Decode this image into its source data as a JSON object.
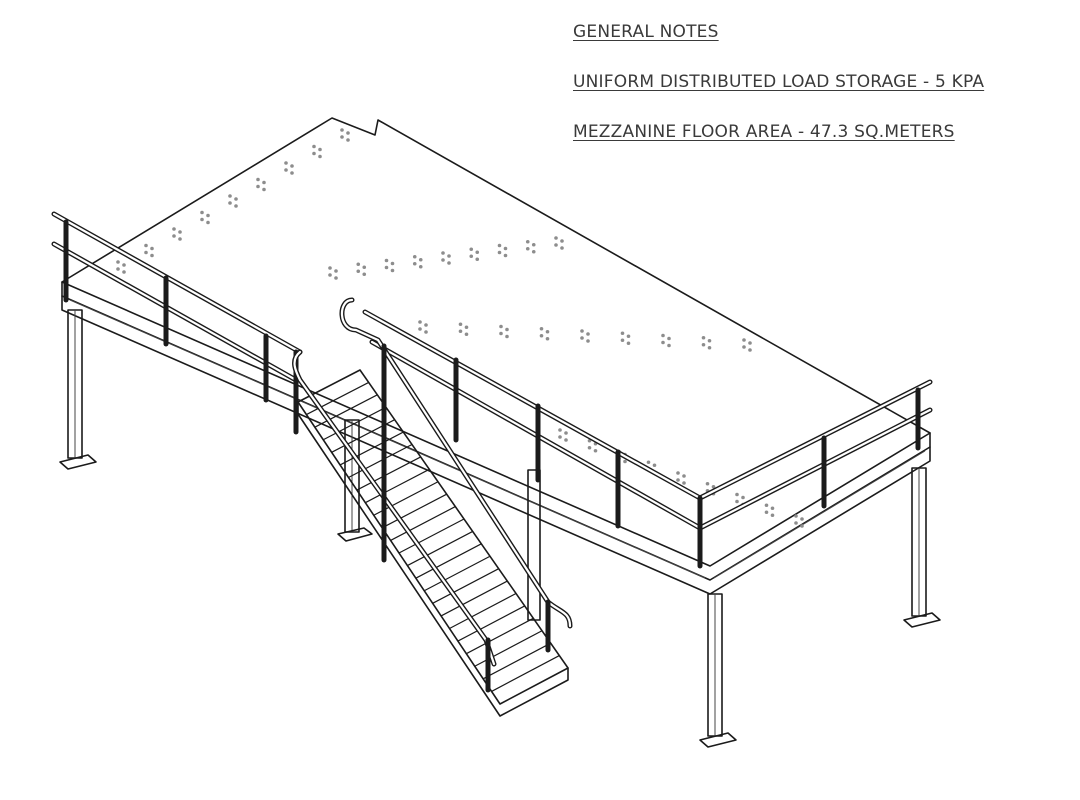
{
  "notes": {
    "heading": "GENERAL NOTES",
    "load": "UNIFORM DISTRIBUTED LOAD STORAGE - 5 KPA",
    "area": "MEZZANINE FLOOR AREA - 47.3 SQ.METERS"
  },
  "drawing": {
    "subject": "mezzanine-floor-with-stair",
    "line_color": "#1b1b1b",
    "bolt_color": "#8d8d8d"
  }
}
